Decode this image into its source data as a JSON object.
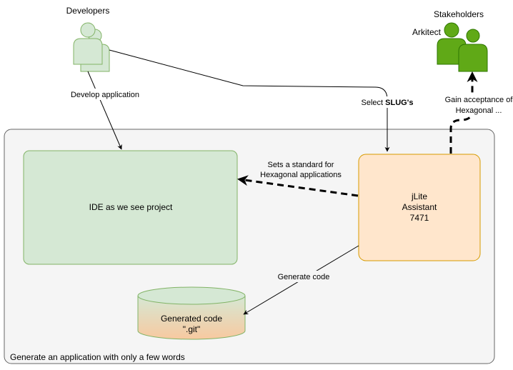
{
  "diagram": {
    "container": {
      "label": "Generate an application with only a few words",
      "fill": "#f5f5f5",
      "stroke": "#666666"
    },
    "actors": {
      "developers": {
        "label": "Developers",
        "fill": "#d5e8d4",
        "stroke": "#82b366"
      },
      "stakeholders": {
        "label": "Stakeholders",
        "sublabel": "Arkitect",
        "fill": "#60a917",
        "stroke": "#2d7600"
      }
    },
    "nodes": {
      "ide": {
        "label": "IDE as we see project",
        "fill": "#d5e8d4",
        "stroke": "#82b366"
      },
      "assistant": {
        "line1": "jLite",
        "line2": "Assistant",
        "line3": "7471",
        "fill": "#ffe6cc",
        "stroke": "#d79b00"
      },
      "generated_code": {
        "line1": "Generated code",
        "line2": "\".git\"",
        "fill_top": "#d5e8d4",
        "fill_bottom": "#f8c9a0",
        "stroke": "#82b366"
      }
    },
    "edges": {
      "develop": {
        "label": "Develop application"
      },
      "select": {
        "label_prefix": "Select ",
        "label_bold": "SLUG's"
      },
      "standard": {
        "line1": "Sets a standard for",
        "line2": "Hexagonal applications"
      },
      "acceptance": {
        "line1": "Gain acceptance of",
        "line2": "Hexagonal ..."
      },
      "generate": {
        "label": "Generate code"
      }
    }
  }
}
